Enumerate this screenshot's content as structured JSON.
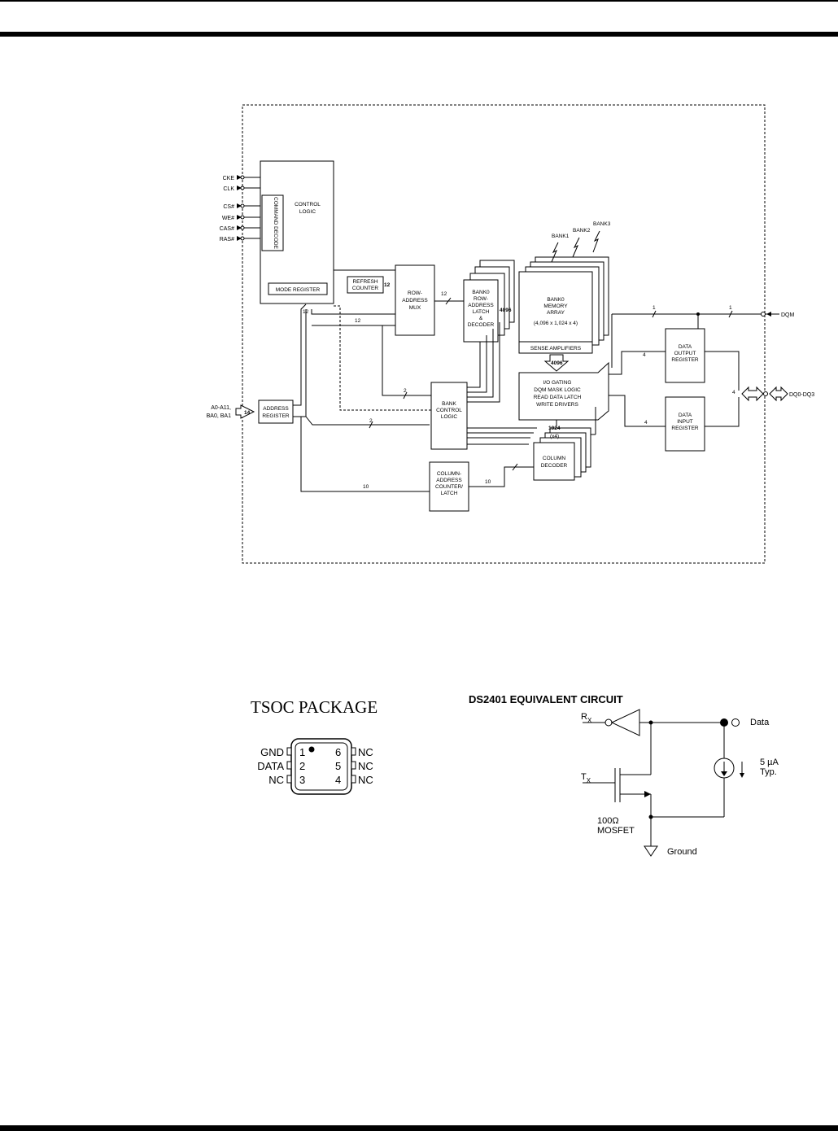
{
  "block_diagram": {
    "control_inputs": [
      "CKE",
      "CLK",
      "CS#",
      "WE#",
      "CAS#",
      "RAS#"
    ],
    "command_decode": "COMMAND DECODE",
    "control_logic": [
      "CONTROL",
      "LOGIC"
    ],
    "mode_register": "MODE REGISTER",
    "refresh_counter": [
      "REFRESH",
      "COUNTER"
    ],
    "row_address_mux": [
      "ROW-",
      "ADDRESS",
      "MUX"
    ],
    "bank0_row_latch": [
      "BANK0",
      "ROW-",
      "ADDRESS",
      "LATCH",
      "&",
      "DECODER"
    ],
    "bank_labels": [
      "BANK1",
      "BANK2",
      "BANK3"
    ],
    "bank0_memory_array": [
      "BANK0",
      "MEMORY",
      "ARRAY",
      "(4,096 x 1,024 x 4)"
    ],
    "sense_amplifiers": "SENSE AMPLIFIERS",
    "io_gating": [
      "I/O GATING",
      "DQM MASK LOGIC",
      "READ DATA LATCH",
      "WRITE DRIVERS"
    ],
    "data_output_register": [
      "DATA",
      "OUTPUT",
      "REGISTER"
    ],
    "data_input_register": [
      "DATA",
      "INPUT",
      "REGISTER"
    ],
    "bank_control_logic": [
      "BANK",
      "CONTROL",
      "LOGIC"
    ],
    "column_address_counter": [
      "COLUMN-",
      "ADDRESS",
      "COUNTER/",
      "LATCH"
    ],
    "column_decoder": [
      "COLUMN",
      "DECODER"
    ],
    "address_register": [
      "ADDRESS",
      "REGISTER"
    ],
    "address_inputs": [
      "A0-A11,",
      "BA0, BA1"
    ],
    "dqm": "DQM",
    "dq": "DQ0-DQ3",
    "widths": {
      "n12": "12",
      "n2": "2",
      "n10": "10",
      "n4": "4",
      "n1": "1",
      "n14": "14",
      "n4096": "4096",
      "n1024": "1024",
      "x4": "(x4)"
    }
  },
  "tsoc": {
    "title": "TSOC PACKAGE",
    "pins": [
      {
        "num": "1",
        "name": "GND"
      },
      {
        "num": "2",
        "name": "DATA"
      },
      {
        "num": "3",
        "name": "NC"
      },
      {
        "num": "4",
        "name": "NC"
      },
      {
        "num": "5",
        "name": "NC"
      },
      {
        "num": "6",
        "name": "NC"
      }
    ]
  },
  "circuit": {
    "title": "DS2401 EQUIVALENT CIRCUIT",
    "rx": "R",
    "rx_sub": "X",
    "tx": "T",
    "tx_sub": "X",
    "data": "Data",
    "current": "5 µA",
    "current_note": "Typ.",
    "mosfet": [
      "100Ω",
      "MOSFET"
    ],
    "ground": "Ground"
  }
}
